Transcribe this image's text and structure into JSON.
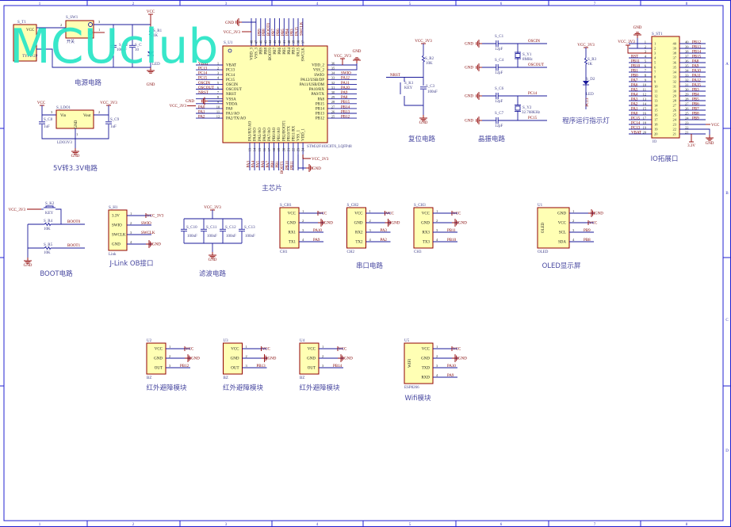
{
  "watermark": "MCUclub",
  "frame": {
    "cols": [
      "1",
      "2",
      "3",
      "4",
      "5",
      "6",
      "7",
      "8"
    ],
    "rows": [
      "A",
      "B",
      "C",
      "D"
    ]
  },
  "titles": {
    "power": "电源电路",
    "ldo": "5V转3.3V电路",
    "mcu": "主芯片",
    "reset": "复位电路",
    "crystal": "晶振电路",
    "led": "程序运行指示灯",
    "io": "IO拓展口",
    "boot": "BOOT电路",
    "jlink": "J-Link OB接口",
    "filter": "滤波电路",
    "uart": "串口电路",
    "oled": "OLED显示屏",
    "ir1": "红外避障模块",
    "ir2": "红外避障模块",
    "ir3": "红外避障模块",
    "wifi": "Wifi模块"
  },
  "nets": {
    "vcc": "VCC",
    "gnd": "GND",
    "v33": "VCC_3V3",
    "v33b": "3.3V"
  },
  "power": {
    "t1": "S_T1",
    "t1_pin": "VCC",
    "t1_type": "TYPE-2P",
    "sw": "S_SW1",
    "sw_label": "开关",
    "c2": "S_C2",
    "c2_val": "100uF",
    "c": "S_C",
    "c_val": "10",
    "r1": "S_R1",
    "r1_val": "1K",
    "led": "LED",
    "p2": "2",
    "p3": "3",
    "p1": "1"
  },
  "ldo": {
    "name": "S_LDO1",
    "vin": "Vin",
    "vout": "Vout",
    "gnd": "GND",
    "part": "LDO3V3",
    "c8": "S_C8",
    "c8_val": "1uF",
    "c9": "S_C9",
    "c9_val": "1uF",
    "p1": "1",
    "p2": "2",
    "p3": "3"
  },
  "mcu": {
    "ref": "S_U1",
    "part": "STM32F103C8T6_LQFP48",
    "left": [
      {
        "num": "1",
        "name": "VBAT",
        "net": "VBAT"
      },
      {
        "num": "2",
        "name": "PC13",
        "net": "PC13"
      },
      {
        "num": "3",
        "name": "PC14",
        "net": "PC14"
      },
      {
        "num": "4",
        "name": "PC15",
        "net": "PC15"
      },
      {
        "num": "5",
        "name": "OSCIN",
        "net": "OSCIN"
      },
      {
        "num": "6",
        "name": "OSCOUT",
        "net": "OSCOUT"
      },
      {
        "num": "7",
        "name": "NRST",
        "net": "NRST"
      },
      {
        "num": "8",
        "name": "VSSA",
        "net": "GND"
      },
      {
        "num": "9",
        "name": "VDDA",
        "net": "VCC_3V3"
      },
      {
        "num": "10",
        "name": "PA0",
        "net": "PA0"
      },
      {
        "num": "11",
        "name": "PA1/AO",
        "net": "PA1"
      },
      {
        "num": "12",
        "name": "PA2/TX/AO",
        "net": "PA2"
      }
    ],
    "right": [
      {
        "num": "36",
        "name": "VDD_2",
        "net": ""
      },
      {
        "num": "35",
        "name": "VSS_2",
        "net": ""
      },
      {
        "num": "34",
        "name": "SWIO",
        "net": "SWIO"
      },
      {
        "num": "33",
        "name": "PA12/USB/DP",
        "net": "PA12"
      },
      {
        "num": "32",
        "name": "PA11/USB/DM",
        "net": "PA11"
      },
      {
        "num": "31",
        "name": "PA10/RX",
        "net": "PA10"
      },
      {
        "num": "30",
        "name": "PA9/TX",
        "net": "PA9"
      },
      {
        "num": "29",
        "name": "PA8",
        "net": "PA8"
      },
      {
        "num": "28",
        "name": "PB15",
        "net": "PB15"
      },
      {
        "num": "27",
        "name": "PB14",
        "net": "PB14"
      },
      {
        "num": "26",
        "name": "PB13",
        "net": "PB13"
      },
      {
        "num": "25",
        "name": "PB12",
        "net": "PB12"
      }
    ],
    "top": [
      {
        "num": "48",
        "name": "VDD_3",
        "net": ""
      },
      {
        "num": "47",
        "name": "VSS_3",
        "net": ""
      },
      {
        "num": "46",
        "name": "PB9",
        "net": "PB9"
      },
      {
        "num": "45",
        "name": "PB8",
        "net": "PB8"
      },
      {
        "num": "44",
        "name": "BOOT0",
        "net": "BOOT0"
      },
      {
        "num": "43",
        "name": "PB7",
        "net": "PB7"
      },
      {
        "num": "42",
        "name": "PB6",
        "net": "PB6"
      },
      {
        "num": "41",
        "name": "PB5",
        "net": "PB5"
      },
      {
        "num": "40",
        "name": "PB4",
        "net": "PB4"
      },
      {
        "num": "39",
        "name": "PB3",
        "net": "PB3"
      },
      {
        "num": "38",
        "name": "PA15",
        "net": "PA15"
      },
      {
        "num": "37",
        "name": "SWCLK",
        "net": "SWCLK"
      }
    ],
    "bottom": [
      {
        "num": "13",
        "name": "PA3/RX/AO",
        "net": "PA3"
      },
      {
        "num": "14",
        "name": "PA4/AO",
        "net": "PA4"
      },
      {
        "num": "15",
        "name": "PA5/AO",
        "net": "PA5"
      },
      {
        "num": "16",
        "name": "PA6/AO",
        "net": "PA6"
      },
      {
        "num": "17",
        "name": "PA7/AO",
        "net": "PA7"
      },
      {
        "num": "18",
        "name": "PB0/AO",
        "net": "PB0"
      },
      {
        "num": "19",
        "name": "PB1/AO",
        "net": "PB1"
      },
      {
        "num": "20",
        "name": "PB2/BOOT1",
        "net": "BOOT1"
      },
      {
        "num": "21",
        "name": "PB10/TX",
        "net": "PB10"
      },
      {
        "num": "22",
        "name": "PB11/RX",
        "net": "PB11"
      },
      {
        "num": "23",
        "name": "VSS_1",
        "net": ""
      },
      {
        "num": "24",
        "name": "VDD_1",
        "net": ""
      }
    ]
  },
  "reset": {
    "nrst": "NRST",
    "r2": "S_R2",
    "r2_val": "10K",
    "k1": "S_K1",
    "k1_val": "KEY",
    "c3": "S_C3",
    "c3_val": "100nF"
  },
  "crystal": {
    "caps": [
      {
        "ref": "S_C1",
        "val": "12pF"
      },
      {
        "ref": "S_C4",
        "val": "12pF"
      },
      {
        "ref": "S_C6",
        "val": "12pF"
      },
      {
        "ref": "S_C7",
        "val": "12pF"
      }
    ],
    "nets": [
      "OSCIN",
      "OSCOUT",
      "PC14",
      "PC15"
    ],
    "y1": "S_Y1",
    "y1_val": "8MHz",
    "y2": "S_Y2",
    "y2_val": "32.768KHz"
  },
  "led": {
    "r3": "S_R3",
    "r3_val": "1K",
    "d2": "S_D2",
    "d2_val": "LED",
    "net": "PC13"
  },
  "io": {
    "ref": "S_ST1",
    "part": "IO",
    "left": [
      "",
      "",
      "",
      "RST",
      "PB11",
      "PB10",
      "PB1",
      "PB0",
      "PA7",
      "PA6",
      "PA5",
      "PA4",
      "PA3",
      "PA2",
      "PA1",
      "PA0",
      "PC15",
      "PC14",
      "PC13",
      "VBAT"
    ],
    "right": [
      "PB12",
      "PB13",
      "PB14",
      "PB15",
      "PA8",
      "PA9",
      "PA10",
      "PA11",
      "PA12",
      "PA15",
      "PB3",
      "PB4",
      "PB5",
      "PB6",
      "PB7",
      "PB8",
      "PB9",
      "",
      "",
      ""
    ]
  },
  "boot": {
    "k2": "S_K2",
    "k2_val": "KEY",
    "r4": "S_R4",
    "r4_val": "10K",
    "r5": "S_R5",
    "r5_val": "10K",
    "boot0": "BOOT0",
    "boot1": "BOOT1"
  },
  "jlink": {
    "ref": "S_H1",
    "part": "Link",
    "pins": [
      {
        "num": "1",
        "name": "3.3V",
        "net": "VCC_3V3"
      },
      {
        "num": "2",
        "name": "SWIO",
        "net": "SWIO"
      },
      {
        "num": "3",
        "name": "SWCLK",
        "net": "SWCLK"
      },
      {
        "num": "4",
        "name": "GND",
        "net": "GND"
      }
    ]
  },
  "filter": {
    "caps": [
      {
        "ref": "S_C10",
        "val": "100nF"
      },
      {
        "ref": "S_C11",
        "val": "100nF"
      },
      {
        "ref": "S_C12",
        "val": "100nF"
      },
      {
        "ref": "S_C13",
        "val": "100nF"
      }
    ]
  },
  "uart": [
    {
      "ref": "S_CH1",
      "part": "CH1",
      "pins": [
        {
          "num": "1",
          "name": "VCC",
          "net": "VCC"
        },
        {
          "num": "2",
          "name": "GND",
          "net": "GND"
        },
        {
          "num": "3",
          "name": "RX1",
          "net": "PA10"
        },
        {
          "num": "4",
          "name": "TX1",
          "net": "PA9"
        }
      ]
    },
    {
      "ref": "S_CH2",
      "part": "CH2",
      "pins": [
        {
          "num": "1",
          "name": "VCC",
          "net": "VCC"
        },
        {
          "num": "2",
          "name": "GND",
          "net": "GND"
        },
        {
          "num": "3",
          "name": "RX2",
          "net": "PA3"
        },
        {
          "num": "4",
          "name": "TX2",
          "net": "PA2"
        }
      ]
    },
    {
      "ref": "S_CH3",
      "part": "CH3",
      "pins": [
        {
          "num": "1",
          "name": "VCC",
          "net": "VCC"
        },
        {
          "num": "2",
          "name": "GND",
          "net": "GND"
        },
        {
          "num": "3",
          "name": "RX3",
          "net": "PB11"
        },
        {
          "num": "4",
          "name": "TX3",
          "net": "PB10"
        }
      ]
    }
  ],
  "oled": {
    "ref": "U1",
    "part": "OLED",
    "inner": "OLED",
    "pins": [
      {
        "num": "1",
        "name": "GND",
        "net": "GND"
      },
      {
        "num": "2",
        "name": "VCC",
        "net": "VCC"
      },
      {
        "num": "3",
        "name": "SCL",
        "net": "PB9"
      },
      {
        "num": "4",
        "name": "SDA",
        "net": "PB8"
      }
    ]
  },
  "ir": [
    {
      "ref": "U2",
      "part": "BZ",
      "pins": [
        {
          "num": "1",
          "name": "VCC",
          "net": "VCC"
        },
        {
          "num": "2",
          "name": "GND",
          "net": "GND"
        },
        {
          "num": "3",
          "name": "OUT",
          "net": "PB12"
        }
      ]
    },
    {
      "ref": "U3",
      "part": "BZ",
      "pins": [
        {
          "num": "1",
          "name": "VCC",
          "net": "VCC"
        },
        {
          "num": "2",
          "name": "GND",
          "net": "GND"
        },
        {
          "num": "3",
          "name": "OUT",
          "net": "PB13"
        }
      ]
    },
    {
      "ref": "U4",
      "part": "BZ",
      "pins": [
        {
          "num": "1",
          "name": "VCC",
          "net": "VCC"
        },
        {
          "num": "2",
          "name": "GND",
          "net": "GND"
        },
        {
          "num": "3",
          "name": "OUT",
          "net": "PB14"
        }
      ]
    }
  ],
  "wifi": {
    "ref": "U5",
    "part": "ESP8266",
    "inner": "WIFI",
    "pins": [
      {
        "num": "1",
        "name": "VCC",
        "net": "VCC"
      },
      {
        "num": "2",
        "name": "GND",
        "net": "GND"
      },
      {
        "num": "3",
        "name": "TXD",
        "net": "PA10"
      },
      {
        "num": "4",
        "name": "RXD",
        "net": "PA9"
      }
    ]
  }
}
